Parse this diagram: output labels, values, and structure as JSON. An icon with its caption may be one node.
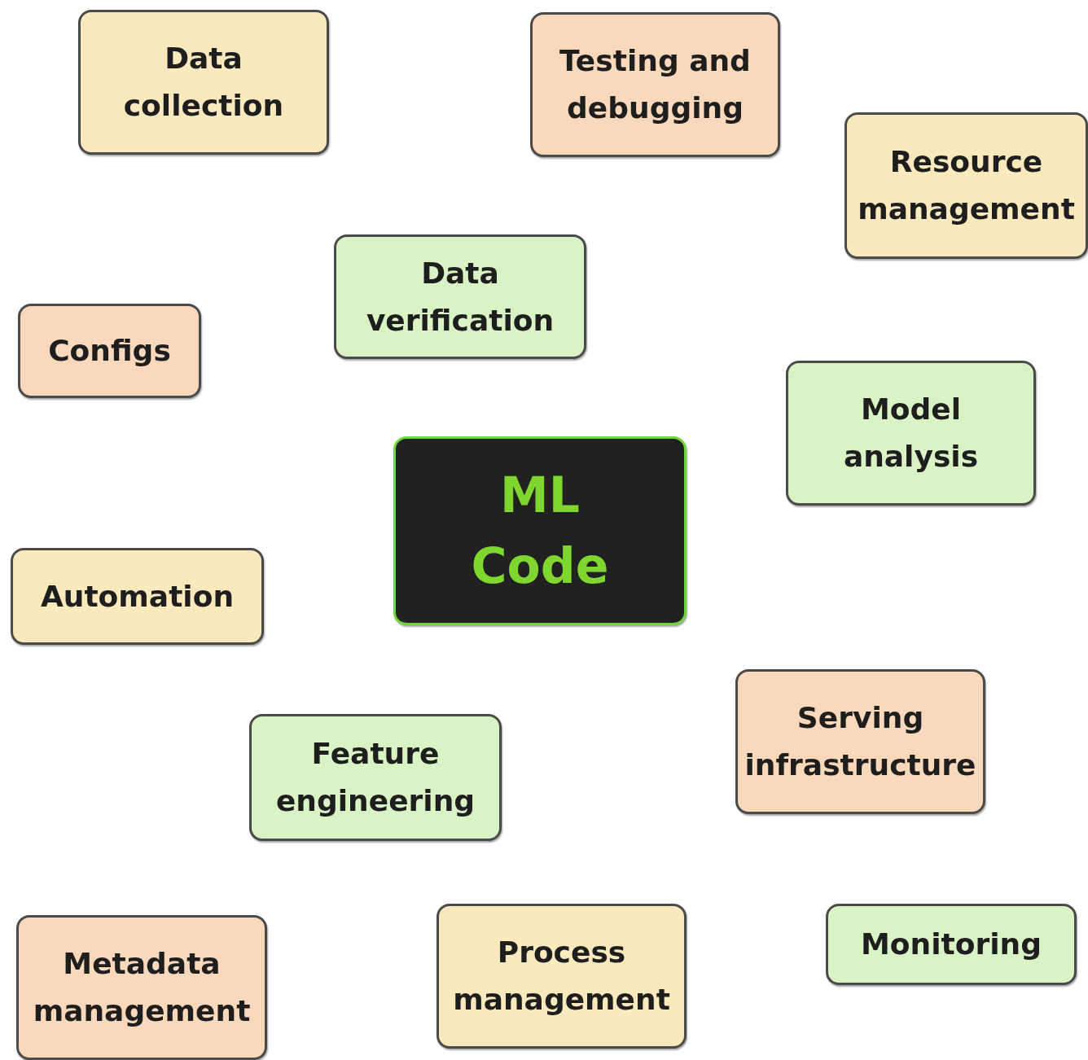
{
  "diagram": {
    "nodes": [
      {
        "text": [
          "Data collection"
        ]
      },
      {
        "text": [
          "Testing and debugging"
        ]
      },
      {
        "text": [
          "Resource management"
        ]
      },
      {
        "text": [
          "Data verification"
        ]
      },
      {
        "text": [
          "Configs"
        ]
      },
      {
        "text": [
          "Model analysis"
        ]
      },
      {
        "text": [
          "ML Code"
        ]
      },
      {
        "text": [
          "Automation"
        ]
      },
      {
        "text": [
          "Serving infrastructure"
        ]
      },
      {
        "text": [
          "Feature engineering"
        ]
      },
      {
        "text": [
          "Process management"
        ]
      },
      {
        "text": [
          "Monitoring"
        ]
      },
      {
        "text": [
          "Metadata management"
        ]
      }
    ]
  }
}
